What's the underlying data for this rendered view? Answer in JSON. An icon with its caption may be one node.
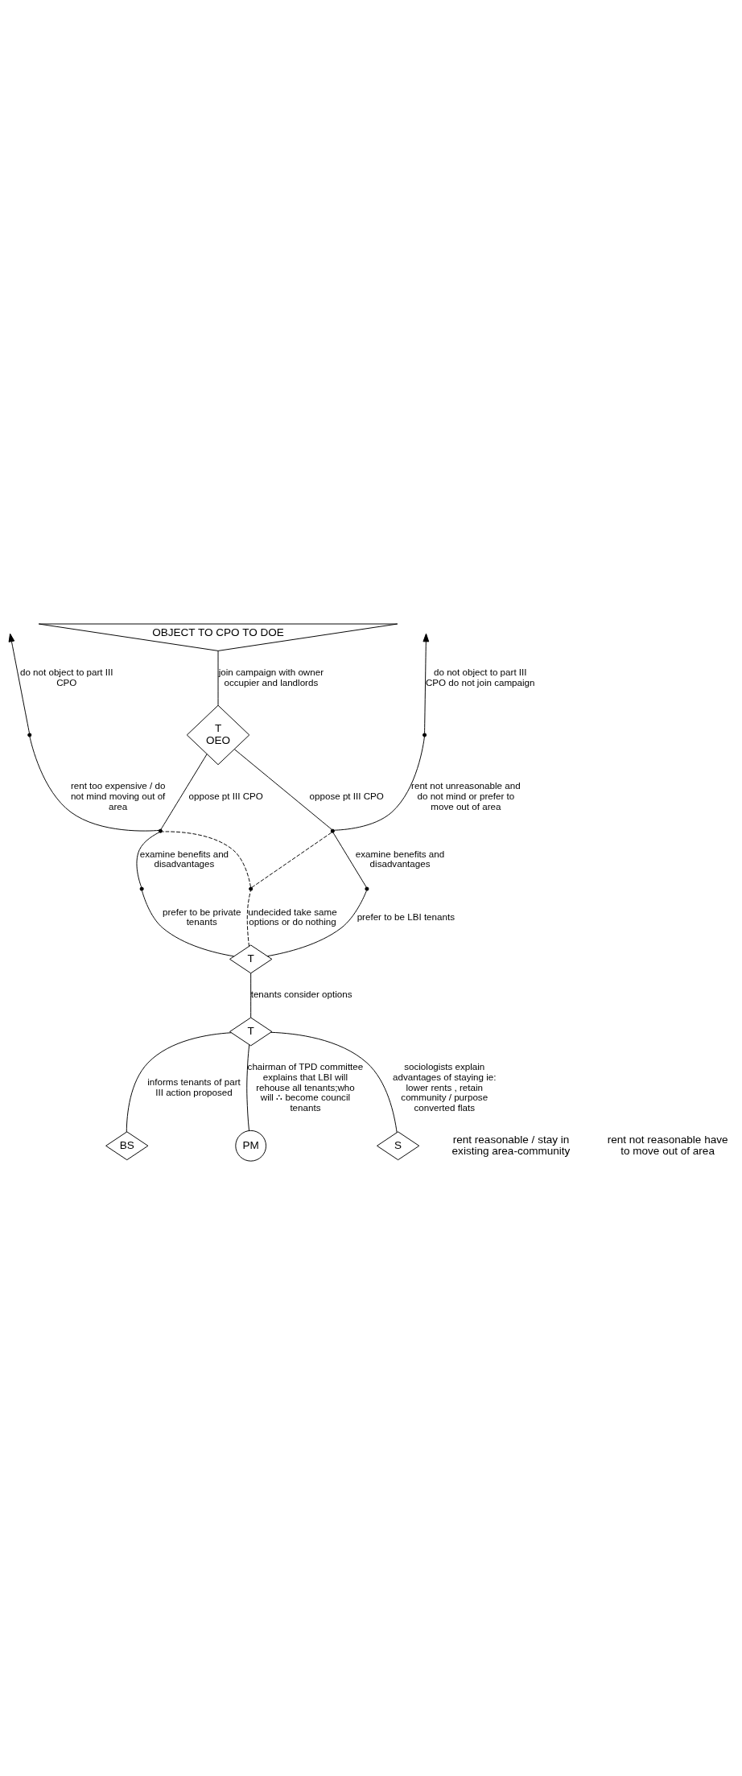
{
  "diagram": {
    "nodes": [
      {
        "text": [
          "BS"
        ]
      },
      {
        "text": [
          "PM"
        ]
      },
      {
        "text": [
          "T"
        ]
      },
      {
        "text": [
          "S"
        ]
      },
      {
        "text": [
          "T"
        ]
      },
      {
        "text": [],
        "shape": "point"
      },
      {
        "text": [],
        "shape": "point"
      },
      {
        "text": [],
        "shape": "point"
      },
      {
        "text": [],
        "shape": "point"
      },
      {
        "text": [],
        "shape": "point"
      },
      {
        "text": [
          "T",
          "OEO"
        ]
      },
      {
        "text": [
          "OBJECT TO CPO TO DOE"
        ]
      },
      {
        "text": [],
        "shape": "point"
      },
      {
        "text": [],
        "shape": "point"
      }
    ],
    "edges": [
      {
        "from": 0,
        "to": 2,
        "arrow": "none",
        "label": "informs tenants of part III action proposed"
      },
      {
        "from": 1,
        "to": 2,
        "arrow": "none",
        "label": "chairman of TPD committee explains that LBI will rehouse all tenants;who will ∴ become council tenants"
      },
      {
        "from": 3,
        "to": 2,
        "arrow": "none",
        "label": "sociologists explain advantages of staying ie: lower rents , retain community / purpose converted flats"
      },
      {
        "from": 2,
        "to": 4,
        "arrow": "none",
        "label": "tenants consider options"
      },
      {
        "from": 4,
        "to": 5,
        "arrow": "none",
        "label": "prefer to be private tenants"
      },
      {
        "from": 5,
        "to": 6,
        "arrow": "none",
        "label": "examine benefits and disadvantages"
      },
      {
        "from": 4,
        "to": 7,
        "arrow": "none",
        "label": "prefer to be LBI tenants"
      },
      {
        "from": 7,
        "to": 8,
        "arrow": "none",
        "label": "examine benefits and disadvantages"
      },
      {
        "from": 4,
        "to": 9,
        "arrow": "none",
        "style": "dashed",
        "label": "undecided take same options or do nothing"
      },
      {
        "from": 9,
        "to": 6,
        "arrow": "none",
        "style": "dashed"
      },
      {
        "from": 9,
        "to": 8,
        "arrow": "none",
        "style": "dashed"
      },
      {
        "from": 6,
        "to": 12,
        "arrow": "none",
        "label": "rent too expensive / do not mind moving out of area"
      },
      {
        "from": 12,
        "to": null,
        "arrow": "to",
        "label": "do not object to part III CPO"
      },
      {
        "from": 6,
        "to": 10,
        "arrow": "none",
        "label": "oppose pt III CPO"
      },
      {
        "from": 8,
        "to": 10,
        "arrow": "none",
        "label": "oppose pt III CPO"
      },
      {
        "from": 10,
        "to": 11,
        "arrow": "none",
        "label": "join campaign with owner occupier and landlords"
      },
      {
        "from": 8,
        "to": 13,
        "arrow": "none",
        "label": "rent not unreasonable and do not mind or prefer to move out of area"
      },
      {
        "from": 13,
        "to": null,
        "arrow": "to",
        "label": "do not object to part III CPO do not join campaign"
      }
    ],
    "labels": [
      "rent reasonable / stay in existing area-community",
      "rent not reasonable have to move out of area"
    ]
  }
}
